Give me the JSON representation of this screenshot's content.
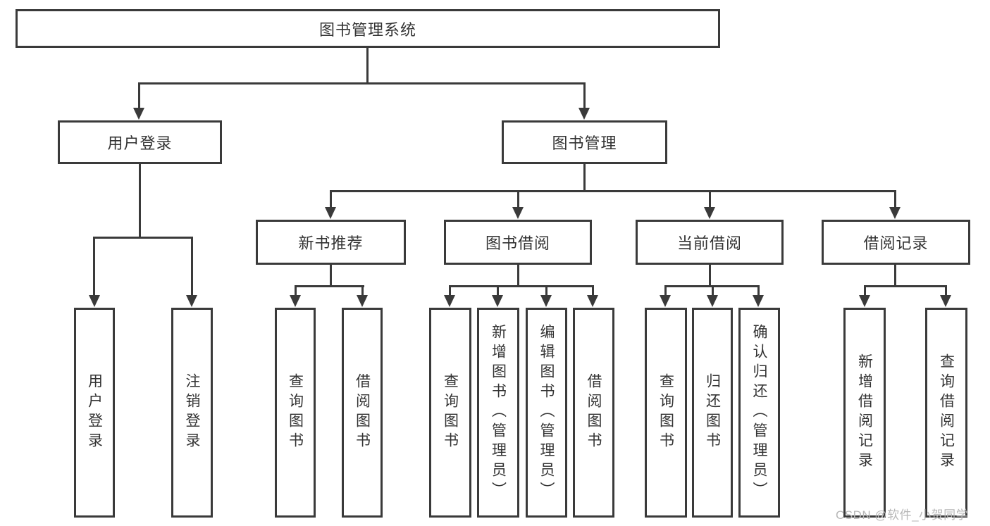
{
  "diagram_title": "图书管理系统",
  "colors": {
    "line": "#3a3a3a",
    "text": "#333333",
    "background": "#ffffff",
    "watermark": "#b7b7b7"
  },
  "tree": {
    "root": {
      "label": "图书管理系统",
      "children": [
        {
          "label": "用户登录",
          "children": [
            {
              "label": "用户登录"
            },
            {
              "label": "注销登录"
            }
          ]
        },
        {
          "label": "图书管理",
          "children": [
            {
              "label": "新书推荐",
              "children": [
                {
                  "label": "查询图书"
                },
                {
                  "label": "借阅图书"
                }
              ]
            },
            {
              "label": "图书借阅",
              "children": [
                {
                  "label": "查询图书"
                },
                {
                  "label": "新增图书（管理员）"
                },
                {
                  "label": "编辑图书（管理员）"
                },
                {
                  "label": "借阅图书"
                }
              ]
            },
            {
              "label": "当前借阅",
              "children": [
                {
                  "label": "查询图书"
                },
                {
                  "label": "归还图书"
                },
                {
                  "label": "确认归还（管理员）"
                }
              ]
            },
            {
              "label": "借阅记录",
              "children": [
                {
                  "label": "新增借阅记录"
                },
                {
                  "label": "查询借阅记录"
                }
              ]
            }
          ]
        }
      ]
    }
  },
  "watermark": {
    "text": "CSDN @软件_小贺同学"
  }
}
